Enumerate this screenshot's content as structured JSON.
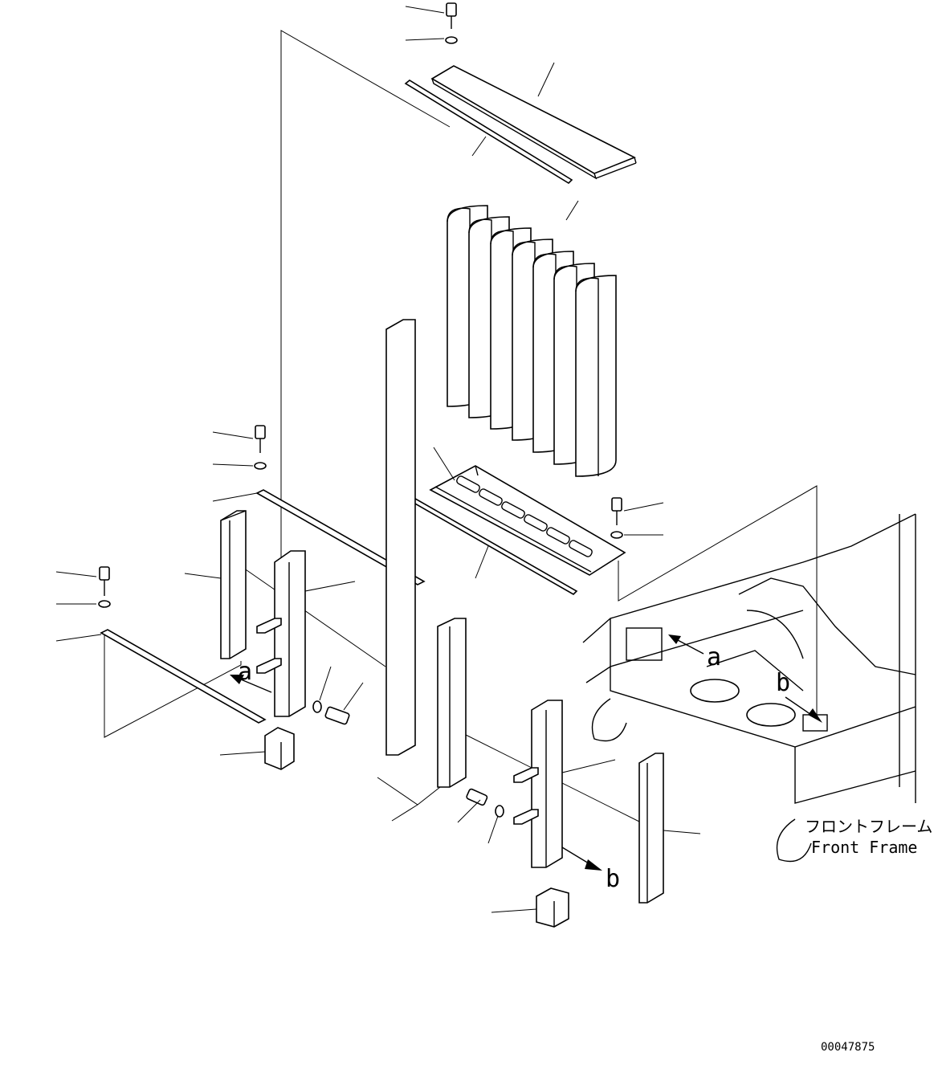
{
  "diagram": {
    "callout_letters": {
      "a_left": "a",
      "a_right": "a",
      "b_frame": "b",
      "b_bracket": "b"
    },
    "frame_label_jp": "フロントフレーム",
    "frame_label_en": "Front Frame",
    "drawing_number": "00047875"
  },
  "colors": {
    "line": "#000000",
    "background": "#ffffff"
  }
}
